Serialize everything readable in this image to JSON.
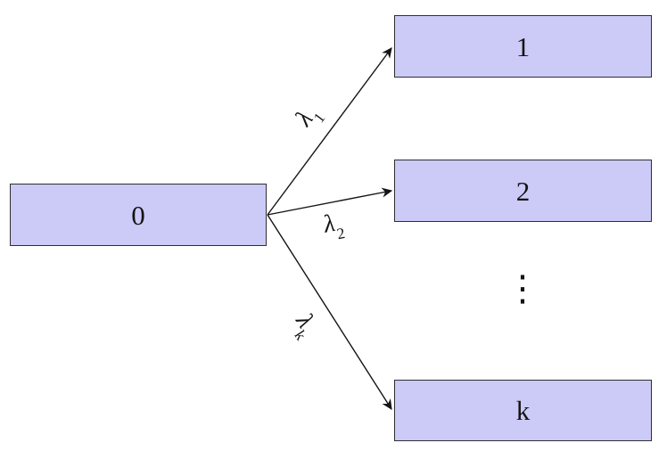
{
  "colors": {
    "background": "#ffffff",
    "node_fill": "#cccaf6",
    "node_border": "#2f2f2f",
    "edge_color": "#141414",
    "text_color": "#141414"
  },
  "diagram": {
    "type": "state-transition-diagram",
    "nodes": {
      "n0": {
        "label": "0"
      },
      "n1": {
        "label": "1"
      },
      "n2": {
        "label": "2"
      },
      "nk": {
        "label": "k"
      }
    },
    "edges": {
      "e1": {
        "from": "0",
        "to": "1",
        "base": "λ",
        "sub": "1"
      },
      "e2": {
        "from": "0",
        "to": "2",
        "base": "λ",
        "sub": "2"
      },
      "ek": {
        "from": "0",
        "to": "k",
        "base": "λ",
        "sub": "k"
      }
    },
    "ellipsis": "⋮"
  }
}
